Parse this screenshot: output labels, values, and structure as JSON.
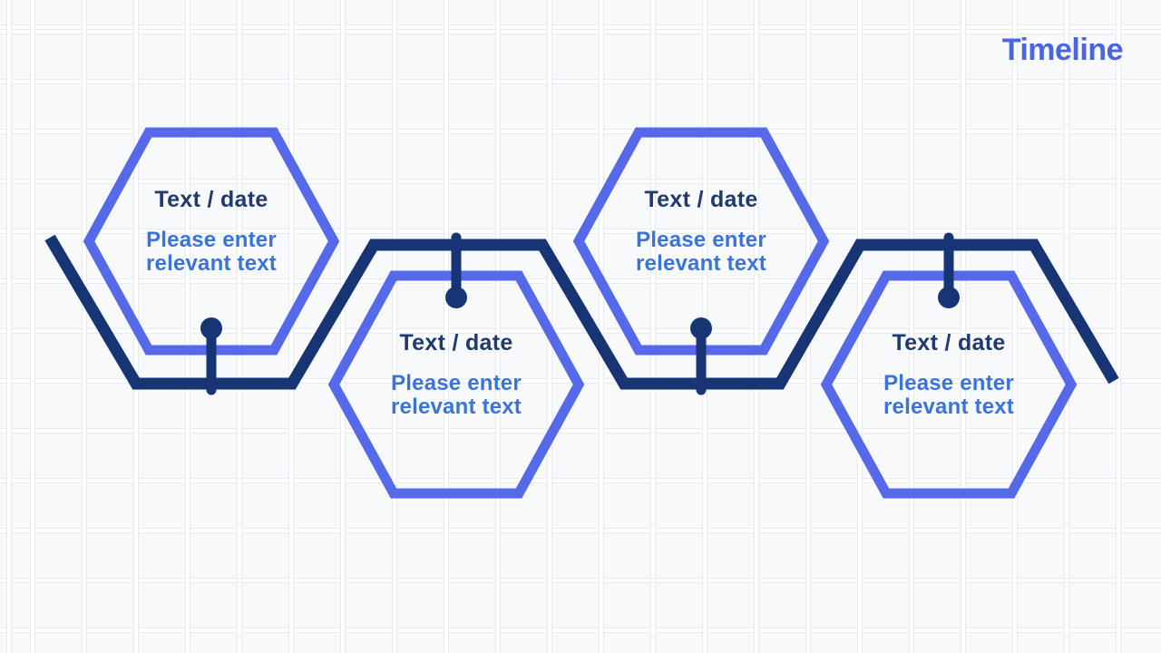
{
  "slide": {
    "title": "Timeline"
  },
  "colors": {
    "background": "#F7F9FB",
    "grid_edge": "#E6EBF1",
    "hexagon_border": "#5669E8",
    "connector_line": "#173575",
    "heading_text": "#1E3A6E",
    "body_text": "#3B74D9",
    "title_text": "#4865E3"
  },
  "milestones": [
    {
      "heading": "Text / date",
      "body": "Please enter relevant text",
      "row": "top"
    },
    {
      "heading": "Text / date",
      "body": "Please enter relevant text",
      "row": "bottom"
    },
    {
      "heading": "Text / date",
      "body": "Please enter relevant text",
      "row": "top"
    },
    {
      "heading": "Text / date",
      "body": "Please enter relevant text",
      "row": "bottom"
    }
  ]
}
